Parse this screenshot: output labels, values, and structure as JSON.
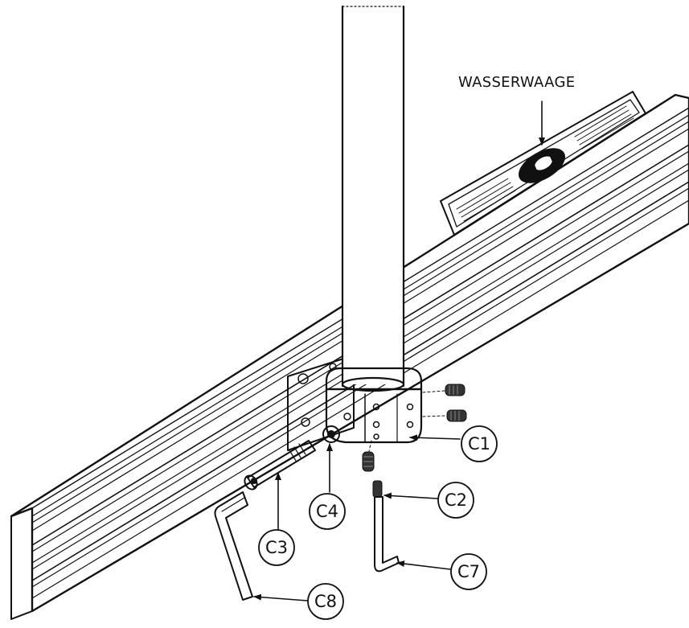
{
  "level_label": "WASSERWAAGE",
  "callouts": {
    "c1": "C1",
    "c2": "C2",
    "c3": "C3",
    "c4": "C4",
    "c7": "C7",
    "c8": "C8"
  },
  "colors": {
    "line": "#111111",
    "background": "#ffffff"
  }
}
